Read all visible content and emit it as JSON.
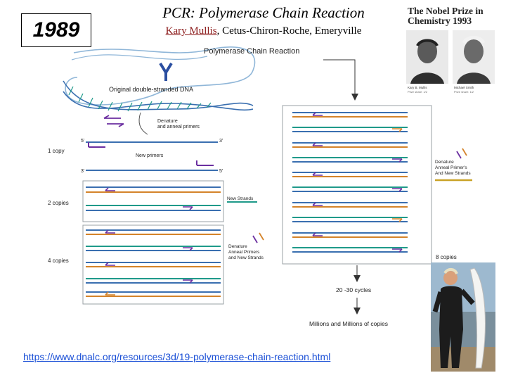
{
  "year": "1989",
  "title": "PCR: Polymerase Chain Reaction",
  "subtitle": {
    "name": "Kary Mullis",
    "rest": ", Cetus-Chiron-Roche, Emeryville"
  },
  "diagram": {
    "heading": "Polymerase Chain Reaction",
    "original_dna": "Original double-stranded DNA",
    "denature_1": [
      "Denature",
      "and anneal primers"
    ],
    "five_prime": "5'",
    "three_prime": "3'",
    "new_primers": "New primers",
    "one_copy": "1 copy",
    "two_copies": "2 copies",
    "four_copies": "4 copies",
    "new_strands": "New Strands",
    "denature_2": [
      "Denature",
      "Anneal Primers",
      "and New Strands"
    ],
    "denature_3": [
      "Denature",
      "Anneal Primer's",
      "And New Strands"
    ],
    "eight_copies": "8 copies",
    "cycles": "20 -30 cycles",
    "millions": "Millions and Millions of copies"
  },
  "nobel": {
    "title_line1": "The Nobel Prize in",
    "title_line2": "Chemistry 1993",
    "person1_name": "Kary B. Mullis",
    "person1_share": "Prize share: 1/2",
    "person2_name": "Michael Smith",
    "person2_share": "Prize share: 1/2"
  },
  "url": "https://www.dnalc.org/resources/3d/19-polymerase-chain-reaction.html",
  "colors": {
    "strand_blue": "#3a6fb0",
    "strand_teal": "#1f9a8a",
    "strand_orange": "#d4832a",
    "primer_purple": "#6b2fa0",
    "panel_border": "#9aa0a6",
    "name_red": "#8b1a1a",
    "link_blue": "#1a4fd6"
  }
}
